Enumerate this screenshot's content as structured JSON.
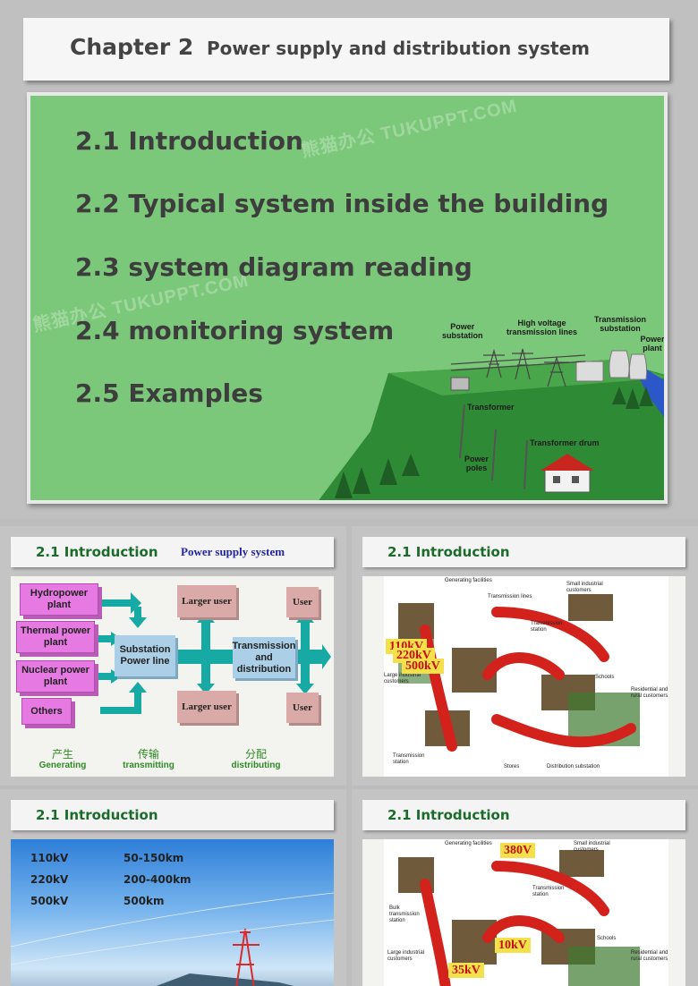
{
  "main": {
    "chapter": "Chapter 2",
    "title": "Power supply and distribution system",
    "toc": [
      "2.1 Introduction",
      "2.2 Typical system inside the building",
      "2.3 system diagram reading",
      "2.4 monitoring system",
      "2.5 Examples"
    ],
    "watermark": "熊猫办公 TUKUPPT.COM",
    "scene_labels": {
      "power_substation": "Power\nsubstation",
      "hv_lines": "High voltage\ntransmission lines",
      "transmission_substation": "Transmission\nsubstation",
      "power_plant": "Power plant",
      "transformer": "Transformer",
      "transformer_drum": "Transformer drum",
      "power_poles": "Power\npoles"
    }
  },
  "slide_a": {
    "title": "2.1 Introduction",
    "subtitle": "Power supply system",
    "sources": [
      "Hydropower plant",
      "Thermal power plant",
      "Nuclear power plant",
      "Others"
    ],
    "substation": "Substation Power line",
    "larger_user": "Larger user",
    "transmission": "Transmission and distribution",
    "user": "User",
    "captions": [
      {
        "cn": "产生",
        "en": "Generating"
      },
      {
        "cn": "传输",
        "en": "transmitting"
      },
      {
        "cn": "分配",
        "en": "distributing"
      }
    ]
  },
  "slide_b": {
    "title": "2.1 Introduction",
    "tags": [
      "110kV",
      "220kV",
      "500kV"
    ],
    "labels": {
      "generating": "Generating facilities",
      "transmission_lines": "Transmission lines",
      "small_industrial": "Small industrial customers",
      "transmission_station": "Transmission station",
      "large_industrial": "Large industrial customers",
      "schools": "Schools",
      "residential": "Residential and rural customers",
      "transmission_station2": "Transmission station",
      "stores": "Stores",
      "distribution_substation": "Distribution substation"
    }
  },
  "slide_c": {
    "title": "2.1 Introduction",
    "rows": [
      {
        "kv": "110kV",
        "km": "50-150km"
      },
      {
        "kv": "220kV",
        "km": "200-400km"
      },
      {
        "kv": "500kV",
        "km": "500km"
      }
    ]
  },
  "slide_d": {
    "title": "2.1 Introduction",
    "tags": [
      "380V",
      "10kV",
      "35kV"
    ],
    "labels": {
      "generating": "Generating facilities",
      "small_industrial": "Small industrial customers",
      "transmission_station": "Transmission station",
      "bulk_station": "Bulk transmission station",
      "large_industrial": "Large industrial customers",
      "schools": "Schools",
      "residential": "Residential and rural customers"
    }
  },
  "colors": {
    "green_panel": "#7cc87a",
    "heading_green": "#1b6b2a",
    "source_pink": "#e679e2",
    "arrow_teal": "#17a9a3",
    "tag_yellow": "#f4e04a",
    "tag_red": "#c41010"
  }
}
